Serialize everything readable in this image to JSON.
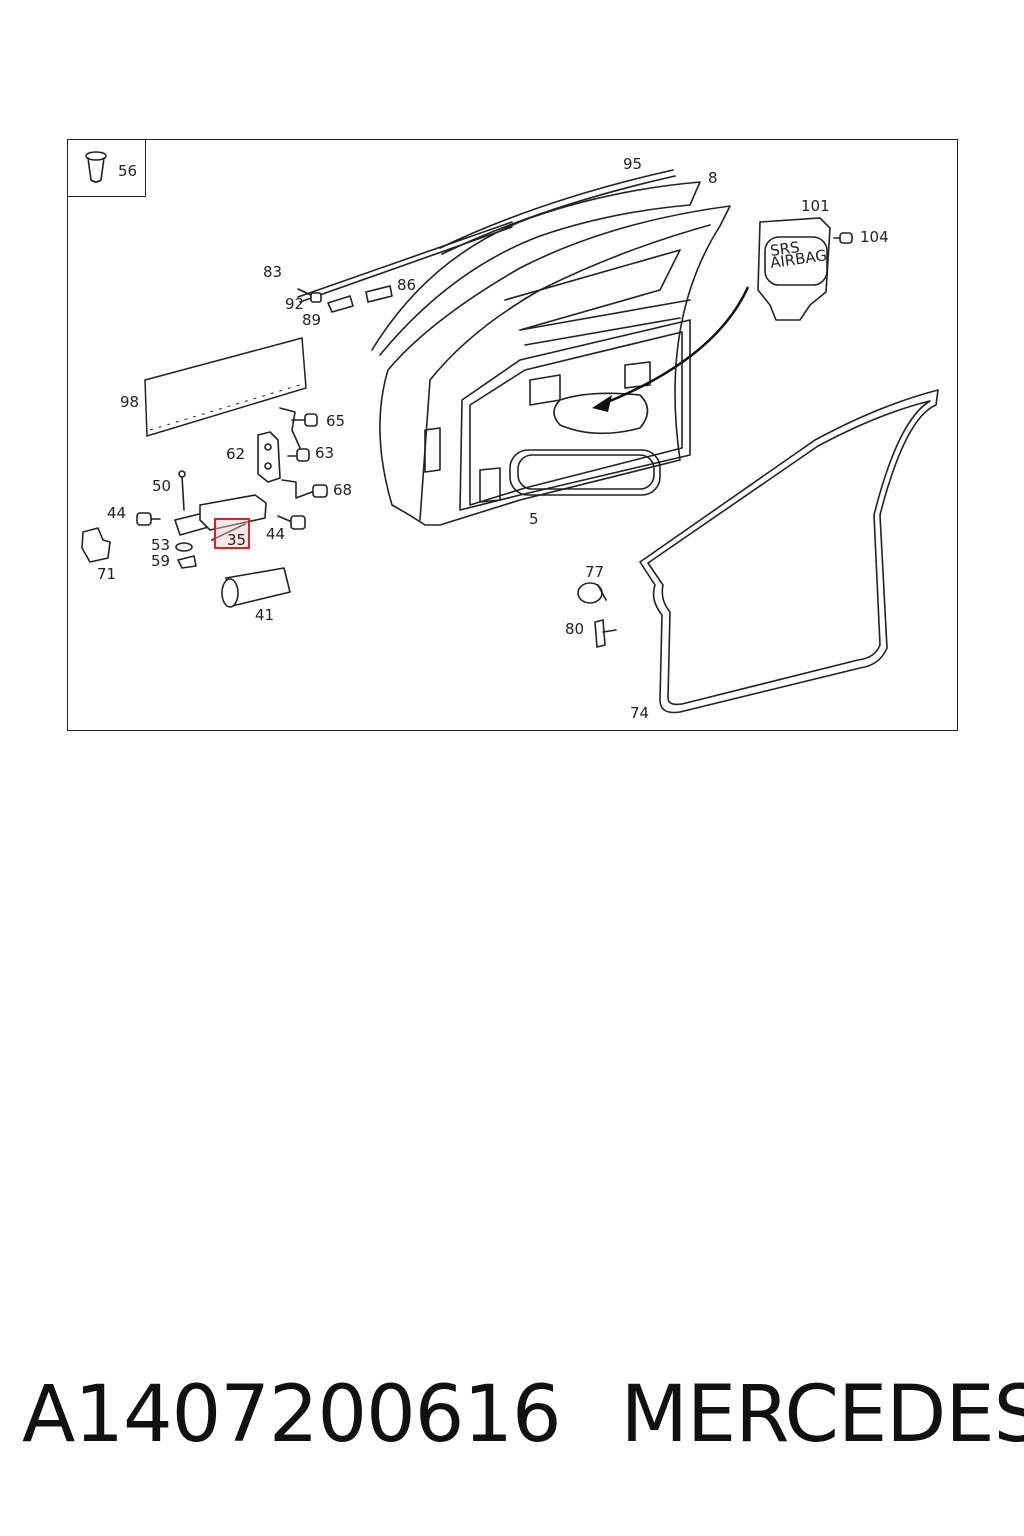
{
  "labels": {
    "p56": "56",
    "p95": "95",
    "p8": "8",
    "p101": "101",
    "p104": "104",
    "p83": "83",
    "p86": "86",
    "p92": "92",
    "p89": "89",
    "p98": "98",
    "p65": "65",
    "p62": "62",
    "p63": "63",
    "p50": "50",
    "p68": "68",
    "p44a": "44",
    "p44b": "44",
    "p53": "53",
    "p35": "35",
    "p59": "59",
    "p71": "71",
    "p41": "41",
    "p5": "5",
    "p77": "77",
    "p80": "80",
    "p74": "74"
  },
  "airbag": {
    "line1": "SRS",
    "line2": "AIRBAG"
  },
  "highlight": {
    "part": "35",
    "color": "#e02020"
  },
  "caption": {
    "part_number": "A1407200616",
    "brand": "MERCEDES"
  }
}
